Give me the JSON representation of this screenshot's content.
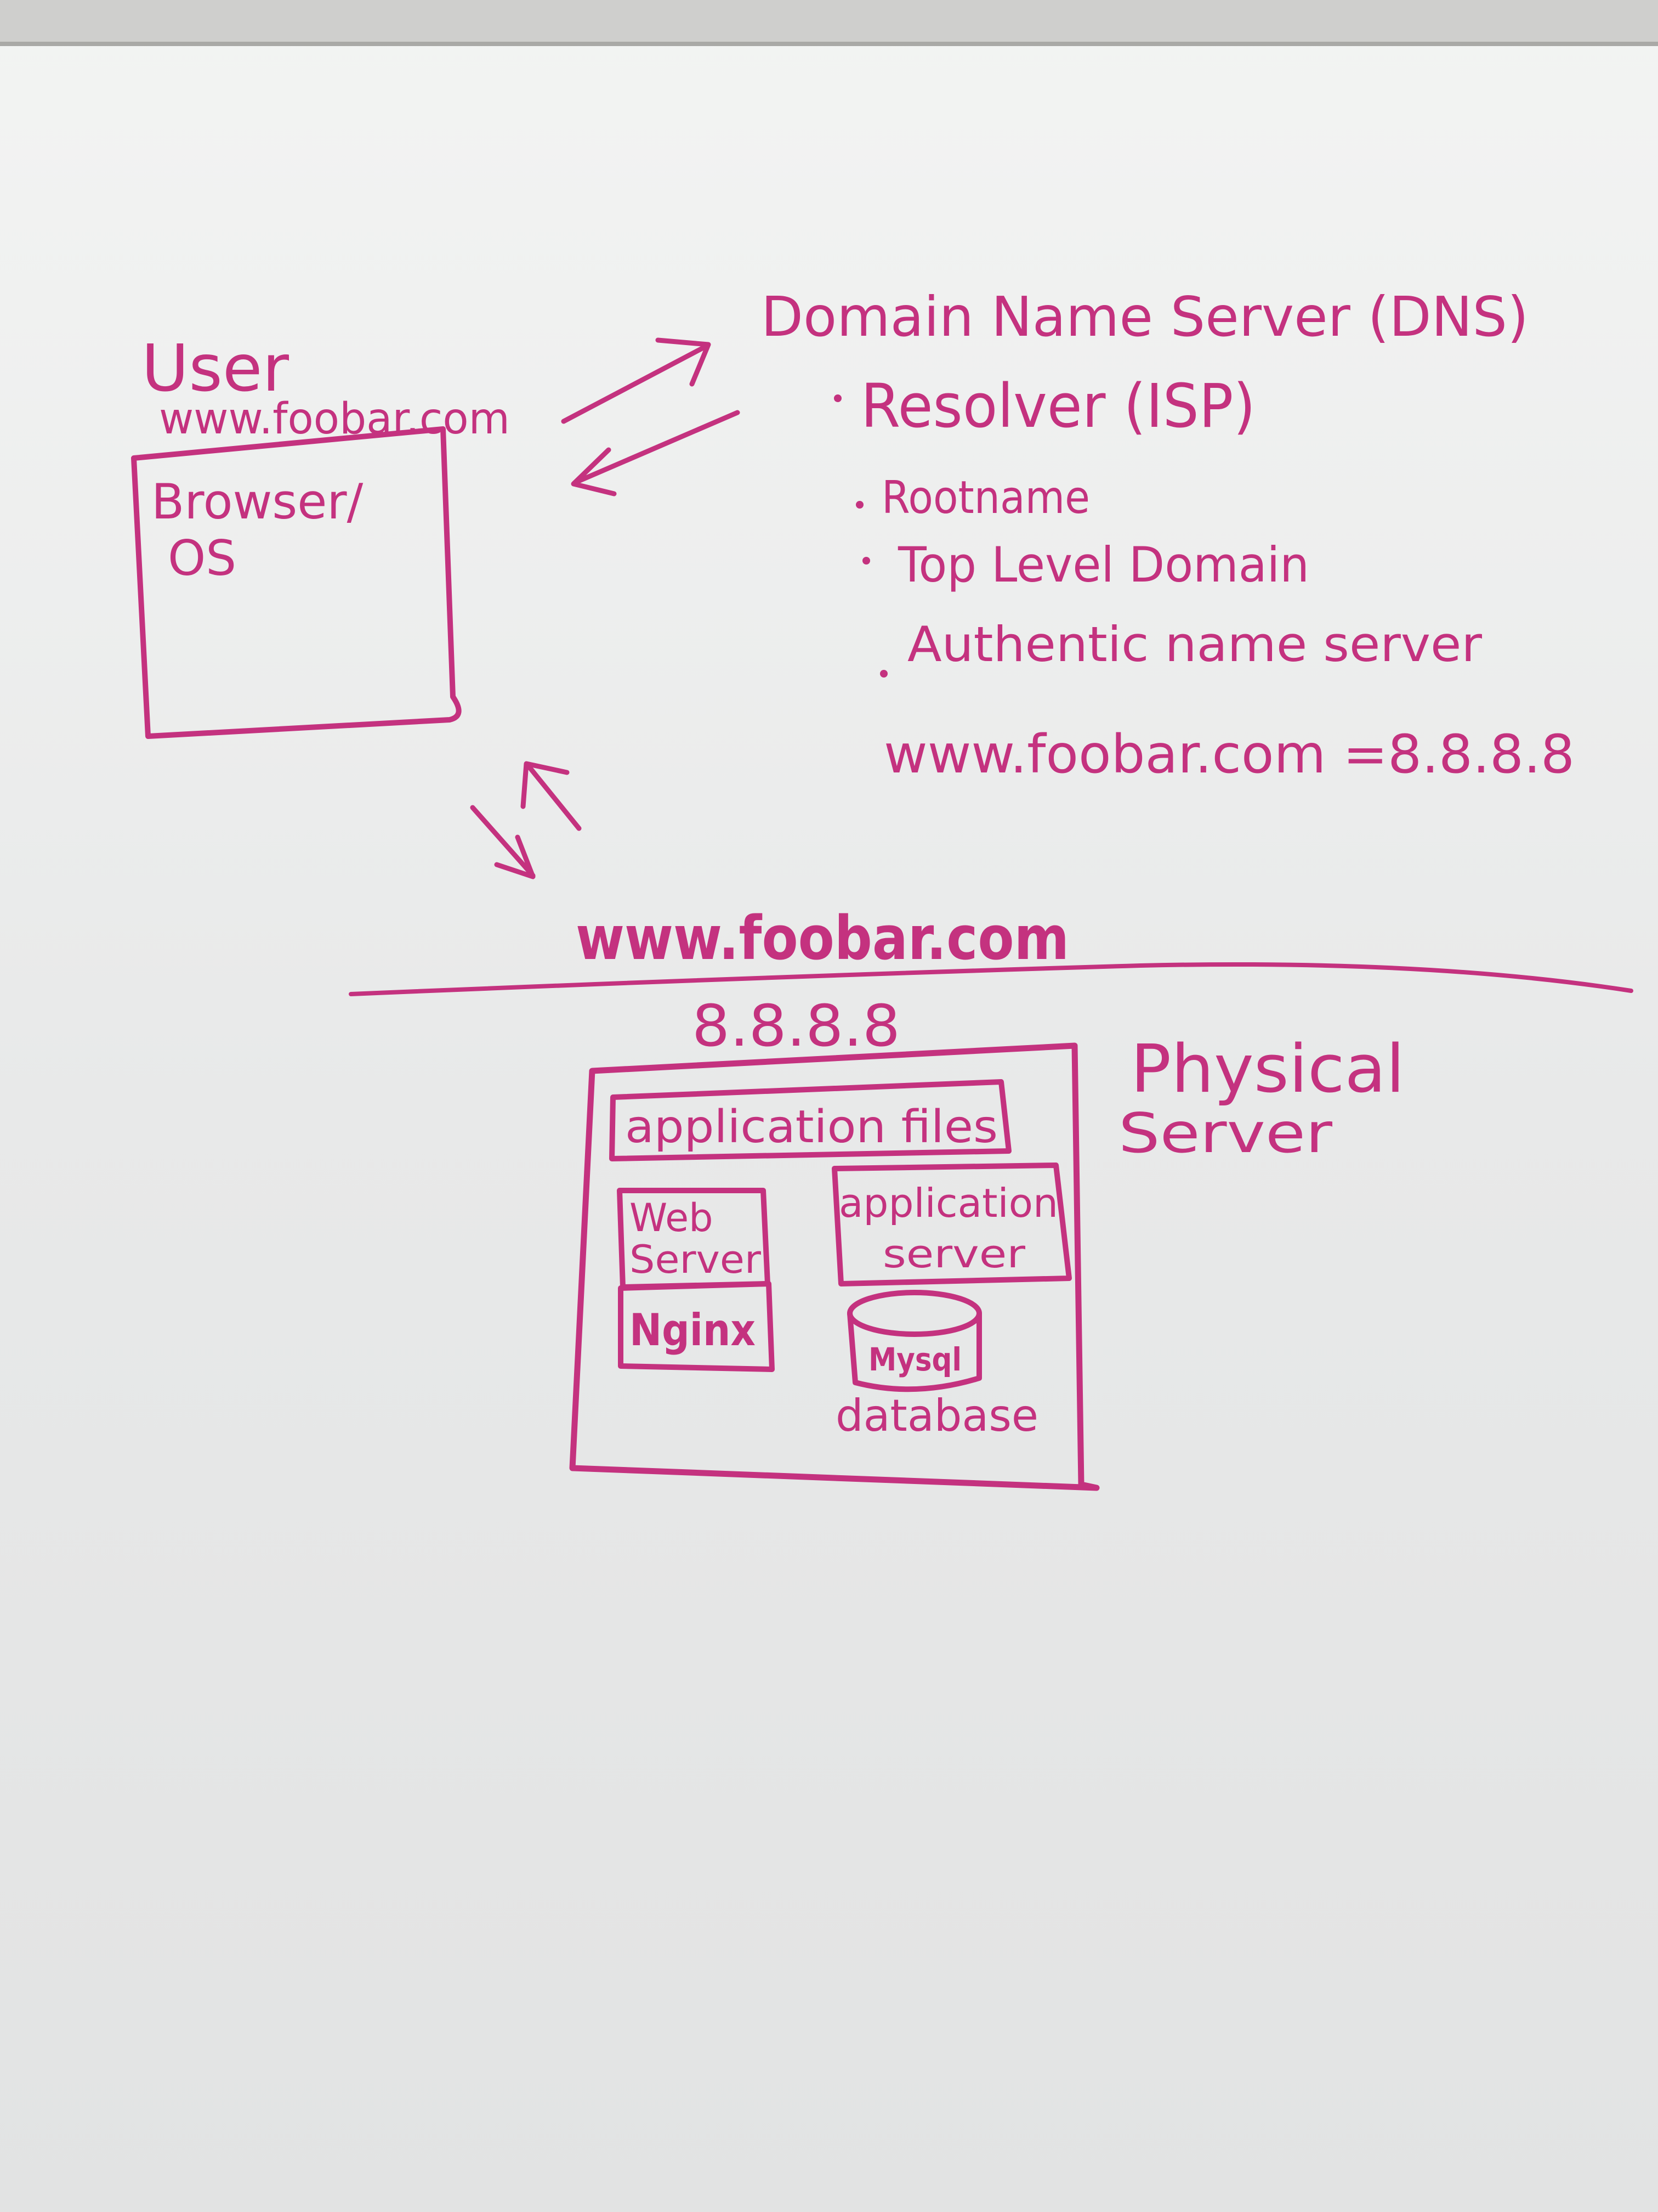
{
  "ink_color": "#c4327f",
  "board_color": "#ecedec",
  "client": {
    "title": "User",
    "url": "www.foobar.com",
    "box_label_line1": "Browser/",
    "box_label_line2": "OS"
  },
  "dns": {
    "title": "Domain Name Server (DNS)",
    "items": [
      "Resolver (ISP)",
      "Rootname",
      "Top Level Domain",
      "Authentic name server"
    ],
    "mapping": "www.foobar.com =8.8.8.8"
  },
  "server": {
    "domain": "www.foobar.com",
    "ip": "8.8.8.8",
    "title_line1": "Physical",
    "title_line2": "Server",
    "app_files": "application files",
    "web_server_line1": "Web",
    "web_server_line2": "Server",
    "nginx": "Nginx",
    "app_server_line1": "application",
    "app_server_line2": "server",
    "mysql": "Mysql",
    "database": "database"
  }
}
